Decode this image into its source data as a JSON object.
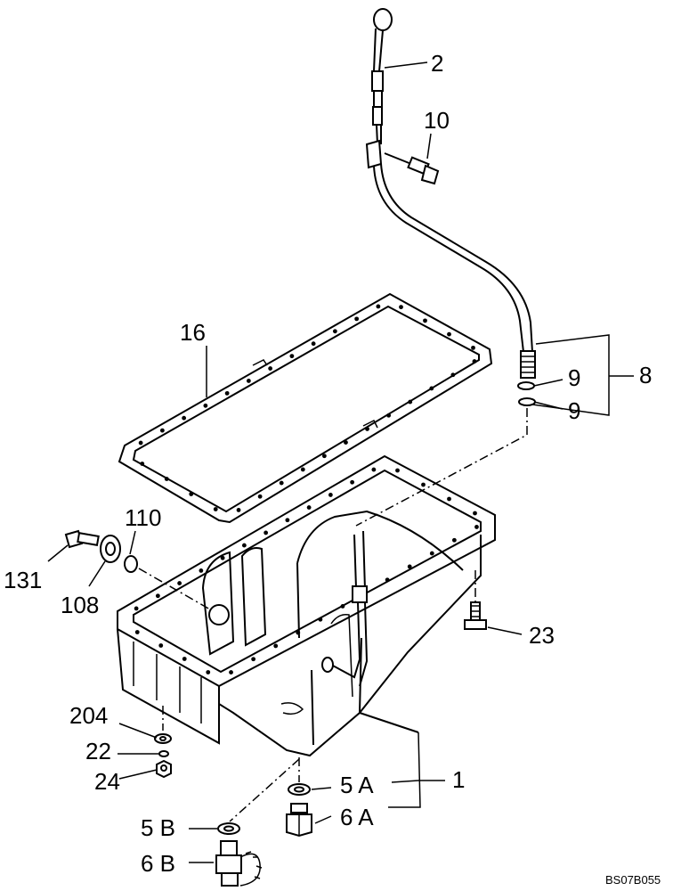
{
  "diagram": {
    "callouts": {
      "c2": "2",
      "c10": "10",
      "c16": "16",
      "c9a": "9",
      "c9b": "9",
      "c8": "8",
      "c110": "110",
      "c131": "131",
      "c108": "108",
      "c23": "23",
      "c204": "204",
      "c22": "22",
      "c24": "24",
      "c1": "1",
      "c5a": "5 A",
      "c6a": "6 A",
      "c5b": "5 B",
      "c6b": "6 B"
    },
    "drawing_code": "BS07B055"
  }
}
